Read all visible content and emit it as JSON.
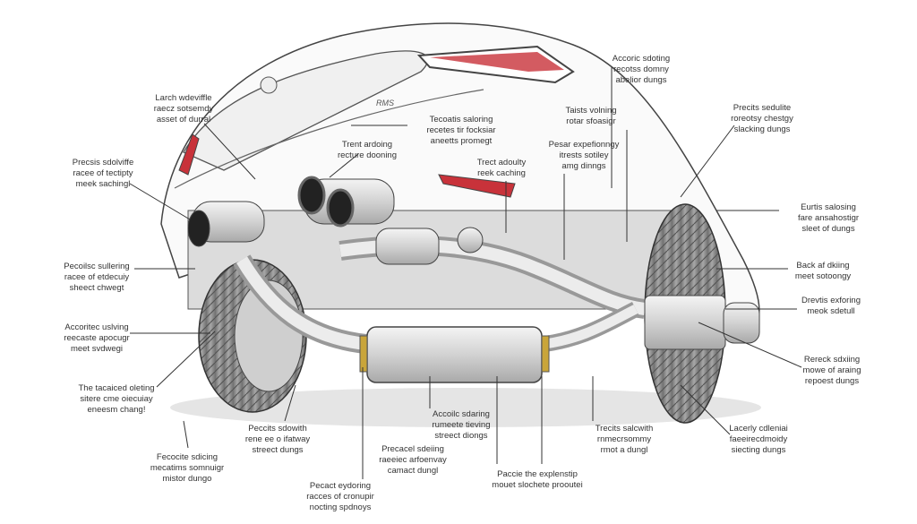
{
  "diagram": {
    "badge_text": "RMS",
    "labels": [
      {
        "id": "rear-window-top-left",
        "lines": [
          "Larch wdeviffle",
          "raecz sotsemdy",
          "asset of durral"
        ]
      },
      {
        "id": "tailpipe-left",
        "lines": [
          "Precsis sdolviffe",
          "racee of tectipty",
          "meek sachingl"
        ]
      },
      {
        "id": "twin-tips",
        "lines": [
          "Trent ardoing",
          "recture dooning"
        ]
      },
      {
        "id": "trunk-lid",
        "lines": [
          "Tecoatis saloring",
          "recetes tir focksiar",
          "aneetts promegt"
        ]
      },
      {
        "id": "tail-light",
        "lines": [
          "Accoric sdoting",
          "recotss domny",
          "abelior dungs"
        ]
      },
      {
        "id": "body-panel",
        "lines": [
          "Taists volning",
          "rotar sfoasigr"
        ]
      },
      {
        "id": "catalytic-center",
        "lines": [
          "Pesar expefionngy",
          "itrests sotiley",
          "amg dinngs"
        ]
      },
      {
        "id": "reflector",
        "lines": [
          "Trect adoulty",
          "reek caching"
        ]
      },
      {
        "id": "rear-quarter",
        "lines": [
          "Precits sedulite",
          "roreotsy chestgy",
          "slacking dungs"
        ]
      },
      {
        "id": "right-tire-top",
        "lines": [
          "Eurtis salosing",
          "fare ansahostigr",
          "sleet of dungs"
        ]
      },
      {
        "id": "right-tire-tread",
        "lines": [
          "Back af dkiing",
          "meet sotoongy"
        ]
      },
      {
        "id": "side-muffler-cap",
        "lines": [
          "Drevtis exforing",
          "meok sdetull"
        ]
      },
      {
        "id": "side-muffler-body",
        "lines": [
          "Rereck sdxiing",
          "mowe of araing",
          "repoest dungs"
        ]
      },
      {
        "id": "left-wheel-arch",
        "lines": [
          "Pecoilsc sullering",
          "racee of etdecuiy",
          "sheect chwegt"
        ]
      },
      {
        "id": "left-tire",
        "lines": [
          "Accoritec uslving",
          "reecaste apocugr",
          "meet svdwegi"
        ]
      },
      {
        "id": "left-tire-lower",
        "lines": [
          "The tacaiced oleting",
          "sitere cme oiecuiay",
          "eneesm chang!"
        ]
      },
      {
        "id": "ground-left",
        "lines": [
          "Fecocite sdicing",
          "mecatims somnuigr",
          "mistor dungo"
        ]
      },
      {
        "id": "front-pipe",
        "lines": [
          "Peccits sdowith",
          "rene ee o ifatway",
          "streect dungs"
        ]
      },
      {
        "id": "muffler-top",
        "lines": [
          "Accoilc sdaring",
          "rumeete tieving",
          "streect diongs"
        ]
      },
      {
        "id": "muffler-mid",
        "lines": [
          "Precacel sdeiing",
          "raeeiec arfoenvay",
          "camact dungl"
        ]
      },
      {
        "id": "clamp-left",
        "lines": [
          "Pecact eydoring",
          "racces of cronupir",
          "nocting spdnoys"
        ]
      },
      {
        "id": "muffler-outlet",
        "lines": [
          "Paccie the explenstip",
          "mouet slochete prooutei"
        ]
      },
      {
        "id": "clamp-right",
        "lines": [
          "Trecits salcwith",
          "rnmecrsommy",
          "rmot a dungl"
        ]
      },
      {
        "id": "right-tire-lower",
        "lines": [
          "Lacerly cdleniai",
          "faeeirecdmoidy",
          "siecting dungs"
        ]
      }
    ],
    "colors": {
      "line": "#333333",
      "accent_red": "#c8323a",
      "metal": "#d9d9d9",
      "tire": "#8a8a8a"
    }
  }
}
